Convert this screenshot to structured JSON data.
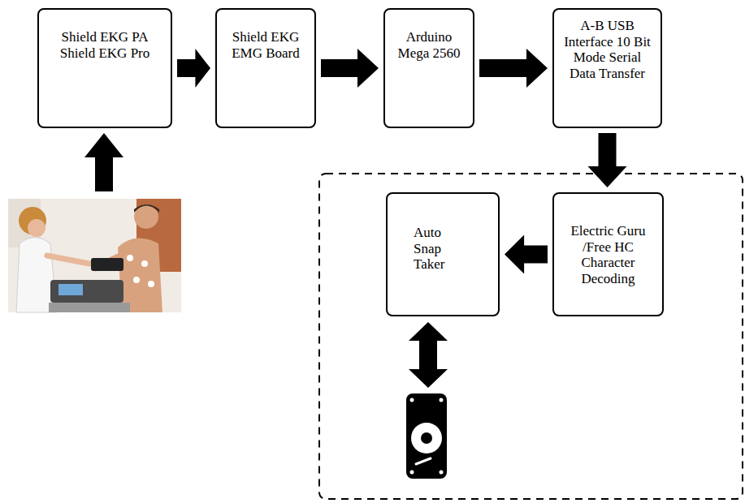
{
  "diagram": {
    "nodes": [
      {
        "text": [
          "Shield EKG PA Shield EKG Pro"
        ]
      },
      {
        "text": [
          "Shield EKG EMG Board"
        ]
      },
      {
        "text": [
          "Arduino Mega 2560"
        ]
      },
      {
        "text": [
          "A-B USB Interface 10 Bit Mode Serial Data Transfer"
        ]
      },
      {
        "text": [
          "Electric Guru /Free HC Character Decoding"
        ]
      },
      {
        "text": [
          "Auto Snap Taker"
        ]
      }
    ],
    "edges": [
      {
        "from": 0,
        "to": 1,
        "arrow": "to"
      },
      {
        "from": 1,
        "to": 2,
        "arrow": "to"
      },
      {
        "from": 2,
        "to": 3,
        "arrow": "to"
      },
      {
        "from": 3,
        "to": 4,
        "arrow": "to"
      },
      {
        "from": 4,
        "to": 5,
        "arrow": "to"
      }
    ]
  }
}
